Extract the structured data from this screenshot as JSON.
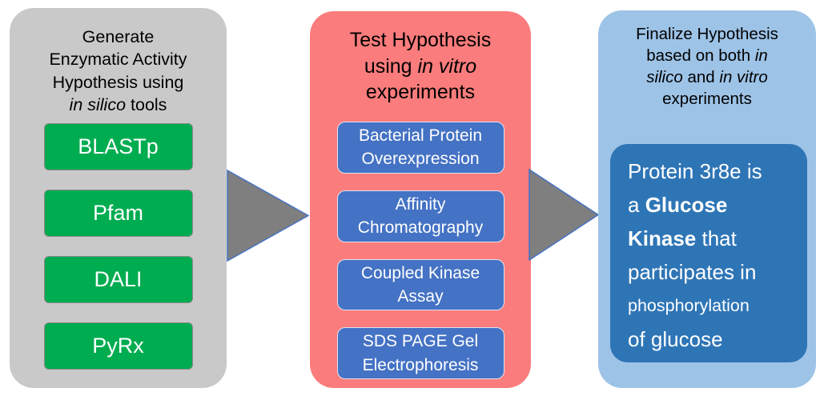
{
  "colors": {
    "page_bg": "#FFFFFF",
    "left_panel_bg": "#C9C9C9",
    "middle_panel_bg": "#FB7C7C",
    "right_panel_bg": "#9DC3E7",
    "tool_button_bg": "#00AC50",
    "experiment_box_bg": "#4472C4",
    "conclusion_box_bg": "#2E75B6",
    "arrow_fill": "#7F7F7F",
    "arrow_stroke": "#4472C4",
    "title_text": "#000000",
    "box_text": "#FFFFFF"
  },
  "panels": {
    "in_silico": {
      "title_line1": "Generate",
      "title_line2": "Enzymatic Activity",
      "title_line3": "Hypothesis using",
      "title_line4_italic": "in silico",
      "title_line4_rest": " tools",
      "tools": [
        "BLASTp",
        "Pfam",
        "DALI",
        "PyRx"
      ]
    },
    "in_vitro": {
      "title_line1": "Test Hypothesis",
      "title_line2_pre": "using ",
      "title_line2_italic": "in vitro",
      "title_line3": "experiments",
      "experiments": [
        "Bacterial Protein Overexpression",
        "Affinity Chromatography",
        "Coupled Kinase Assay",
        "SDS PAGE Gel Electrophoresis"
      ]
    },
    "finalize": {
      "title_line1": "Finalize Hypothesis",
      "title_line2_pre": "based on both ",
      "title_line2_italic": "in",
      "title_line3_italic1": "silico",
      "title_line3_mid": " and ",
      "title_line3_italic2": "in vitro",
      "title_line4": "experiments",
      "conclusion": {
        "line1": "Protein 3r8e is",
        "line2_pre": "a ",
        "line2_bold": "Glucose",
        "line3_bold": "Kinase",
        "line3_rest": " that",
        "line4": "participates in",
        "line5": "phosphorylation",
        "line6": "of glucose"
      }
    }
  }
}
